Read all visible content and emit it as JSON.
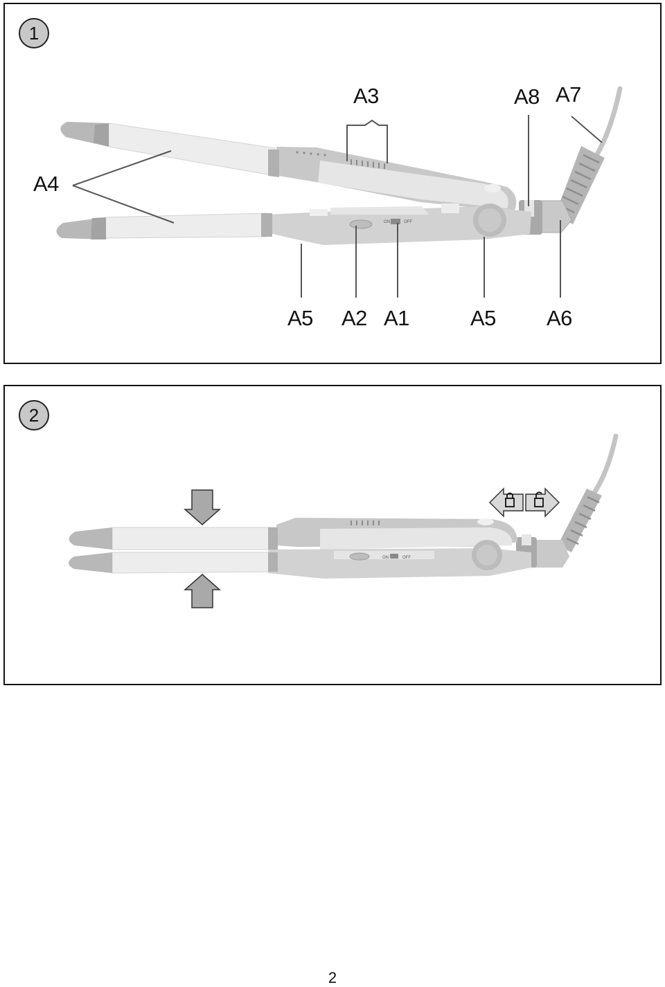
{
  "figure1": {
    "number": "1",
    "labels": {
      "a3": "A3",
      "a8": "A8",
      "a7": "A7",
      "a4": "A4",
      "a5_left": "A5",
      "a2": "A2",
      "a1": "A1",
      "a5_right": "A5",
      "a6": "A6"
    },
    "switch_on": "ON",
    "switch_off": "OFF"
  },
  "figure2": {
    "number": "2",
    "switch_on": "ON",
    "switch_off": "OFF",
    "icons": [
      "arrow-down-icon",
      "arrow-up-icon",
      "lock-closed-icon",
      "lock-open-icon"
    ]
  },
  "page_number": "2",
  "colors": {
    "barrel": "#ececec",
    "tip": "#b8b8b8",
    "body": "#dedede",
    "dark_accent": "#9a9a9a",
    "outline": "#111111"
  }
}
